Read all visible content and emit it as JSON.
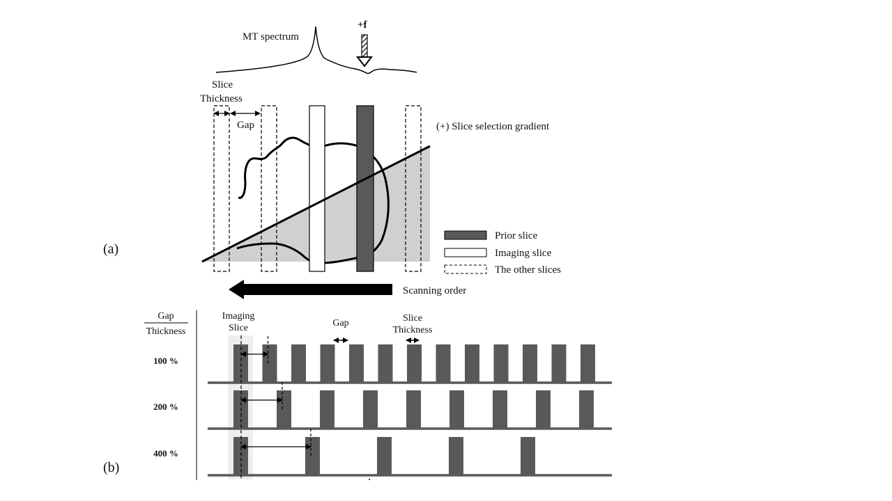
{
  "panel_a": {
    "label": "(a)",
    "spectrum_label": "MT spectrum",
    "freq_label": "+f",
    "slice_thickness_label": [
      "Slice",
      "Thickness"
    ],
    "gap_label": "Gap",
    "gradient_label": "(+) Slice selection gradient",
    "scanning_order_label": "Scanning order",
    "legend": [
      {
        "label": "Prior slice",
        "style": "filled"
      },
      {
        "label": "Imaging slice",
        "style": "outline"
      },
      {
        "label": "The other slices",
        "style": "dashed"
      }
    ]
  },
  "panel_b": {
    "label": "(b)",
    "axis_title_top": "Gap",
    "axis_title_bottom": "Thickness",
    "imaging_slice_label": [
      "Imaging",
      "Slice"
    ],
    "gap_label": "Gap",
    "slice_thickness_label": [
      "Slice",
      "Thickness"
    ],
    "rows": [
      {
        "ratio_label": "100 %",
        "gap_ratio": 1,
        "slice_count": 13
      },
      {
        "ratio_label": "200 %",
        "gap_ratio": 2,
        "slice_count": 9
      },
      {
        "ratio_label": "400 %",
        "gap_ratio": 4,
        "slice_count": 5
      }
    ]
  },
  "colors": {
    "slice_fill": "#595959",
    "gradient_fill": "#d0d0d0",
    "line": "#000000",
    "highlight": "#eeeeee"
  }
}
